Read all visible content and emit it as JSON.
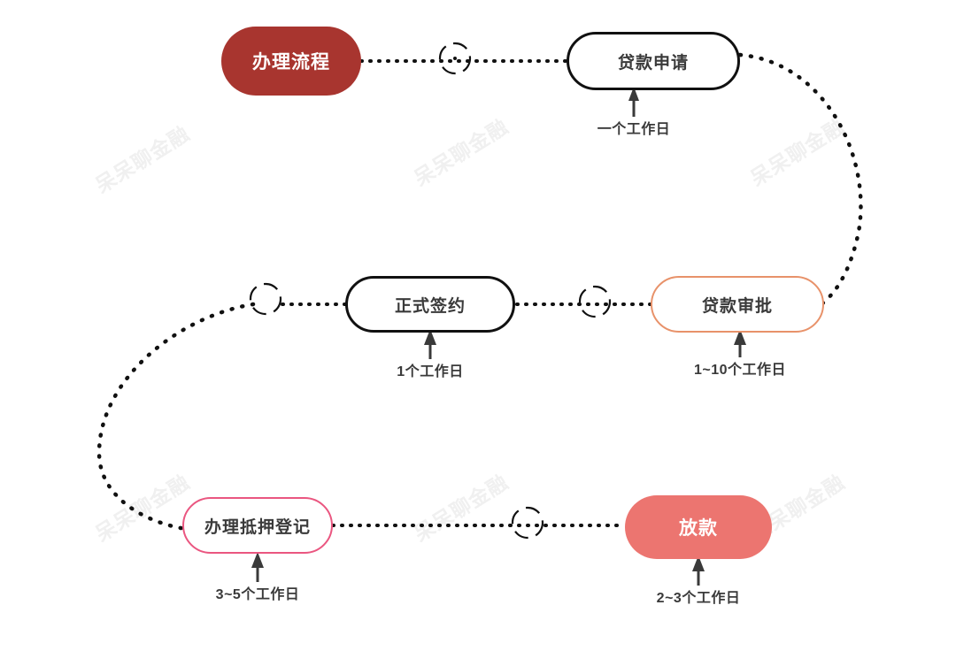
{
  "diagram": {
    "title_node": "办理流程",
    "watermark": "呆呆聊金融",
    "colors": {
      "dark_red": "#a8352f",
      "salmon": "#ec7570",
      "orange": "#e8926a",
      "pink": "#ea5680",
      "black": "#111111",
      "text": "#3a3a3a",
      "watermark": "#f0f0f0"
    },
    "nodes": [
      {
        "id": "start",
        "label": "办理流程",
        "style": "dark-red-filled"
      },
      {
        "id": "apply",
        "label": "贷款申请",
        "style": "black-outline",
        "duration": "一个工作日"
      },
      {
        "id": "approval",
        "label": "贷款审批",
        "style": "orange-outline",
        "duration": "1~10个工作日"
      },
      {
        "id": "signing",
        "label": "正式签约",
        "style": "black-outline",
        "duration": "1个工作日"
      },
      {
        "id": "mortgage",
        "label": "办理抵押登记",
        "style": "pink-outline",
        "duration": "3~5个工作日"
      },
      {
        "id": "disburse",
        "label": "放款",
        "style": "salmon-filled",
        "duration": "2~3个工作日"
      }
    ],
    "connector_style": "dotted-line-with-dashed-circle"
  }
}
